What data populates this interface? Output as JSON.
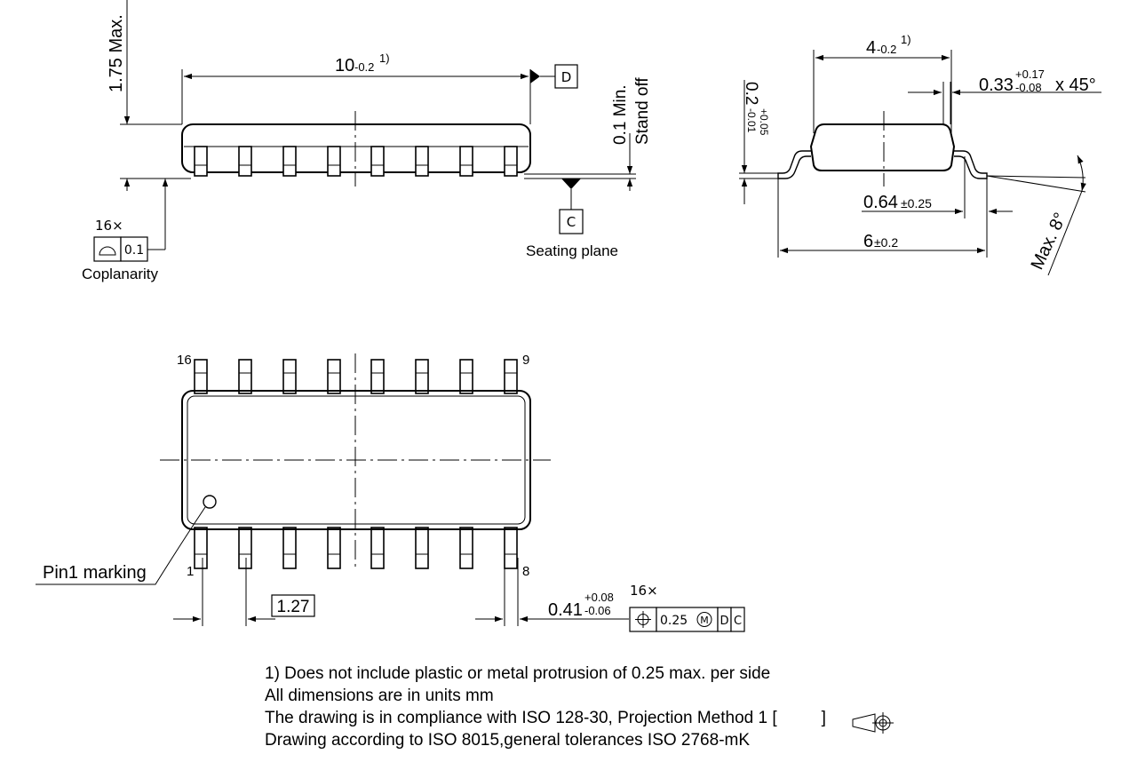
{
  "side_view": {
    "height_label": "1.75 Max.",
    "length_value": "10",
    "length_tol": "-0.2",
    "length_note": "1)",
    "datum_d": "D",
    "standoff_label": "0.1 Min.",
    "standoff_text": "Stand off",
    "datum_c": "C",
    "seating_plane": "Seating plane",
    "coplanarity_count": "16×",
    "coplanarity_value": "0.1",
    "coplanarity_label": "Coplanarity"
  },
  "end_view": {
    "width_value": "4",
    "width_tol": "-0.2",
    "width_note": "1)",
    "chamfer_value": "0.33",
    "chamfer_tol_upper": "+0.17",
    "chamfer_tol_lower": "-0.08",
    "chamfer_angle": "x 45°",
    "lead_thk_value": "0.2",
    "lead_thk_tol_upper": "+0.05",
    "lead_thk_tol_lower": "-0.01",
    "foot_value": "0.64",
    "foot_tol": "±0.25",
    "span_value": "6",
    "span_tol": "±0.2",
    "angle_label": "Max. 8°"
  },
  "top_view": {
    "pin_16": "16",
    "pin_9": "9",
    "pin_1": "1",
    "pin_8": "8",
    "pin1_marking": "Pin1 marking",
    "pitch": "1.27",
    "lead_w_value": "0.41",
    "lead_w_tol_upper": "+0.08",
    "lead_w_tol_lower": "-0.06",
    "position_count": "16×",
    "position_tol": "0.25",
    "modifier": "M",
    "datum_d": "D",
    "datum_c": "C"
  },
  "notes": {
    "line1": "1) Does not include plastic or metal protrusion of 0.25 max. per side",
    "line2": "All dimensions are in units mm",
    "line3_prefix": "The drawing is in compliance with ISO 128-30, Projection Method 1 [",
    "line3_suffix": "]",
    "line4": "Drawing according to ISO 8015,general tolerances ISO 2768-mK"
  }
}
